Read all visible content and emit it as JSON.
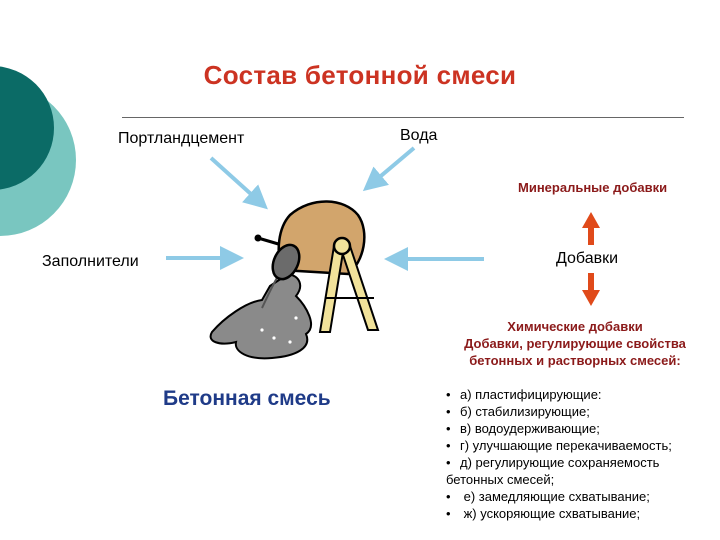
{
  "title": "Состав бетонной смеси",
  "labels": {
    "portland_cement": "Портландцемент",
    "water": "Вода",
    "aggregates": "Заполнители",
    "mineral_additives": "Минеральные добавки",
    "additives": "Добавки",
    "concrete_mix": "Бетонная смесь"
  },
  "chemical": {
    "heading": "Химические добавки",
    "subheading": "Добавки, регулирующие свойства бетонных и растворных смесей:",
    "items": [
      {
        "text": "а) пластифицирующие:",
        "bullet": true
      },
      {
        "text": "б) стабилизирующие;",
        "bullet": true
      },
      {
        "text": "в) водоудерживающие;",
        "bullet": true
      },
      {
        "text": "г) улучшающие перекачиваемость;",
        "bullet": true
      },
      {
        "text": "д) регулирующие сохраняемость",
        "bullet": true
      },
      {
        "text": "бетонных смесей;",
        "bullet": false
      },
      {
        "text": " е) замедляющие схватывание;",
        "bullet": true
      },
      {
        "text": " ж) ускоряющие схватывание;",
        "bullet": true
      }
    ]
  },
  "colors": {
    "title": "#cc3322",
    "arrow_blue": "#8ecae6",
    "arrow_red": "#e04a1a",
    "teal_dark": "#0b6b66",
    "teal_light": "#79c6c0",
    "mixer_drum": "#d2a56c",
    "mixer_frame": "#f1e29a",
    "concrete": "#8a8a8a",
    "concrete_label": "#1f3b88"
  },
  "icons": {
    "mixer": "concrete-mixer-icon",
    "arrow": "arrow-icon"
  }
}
